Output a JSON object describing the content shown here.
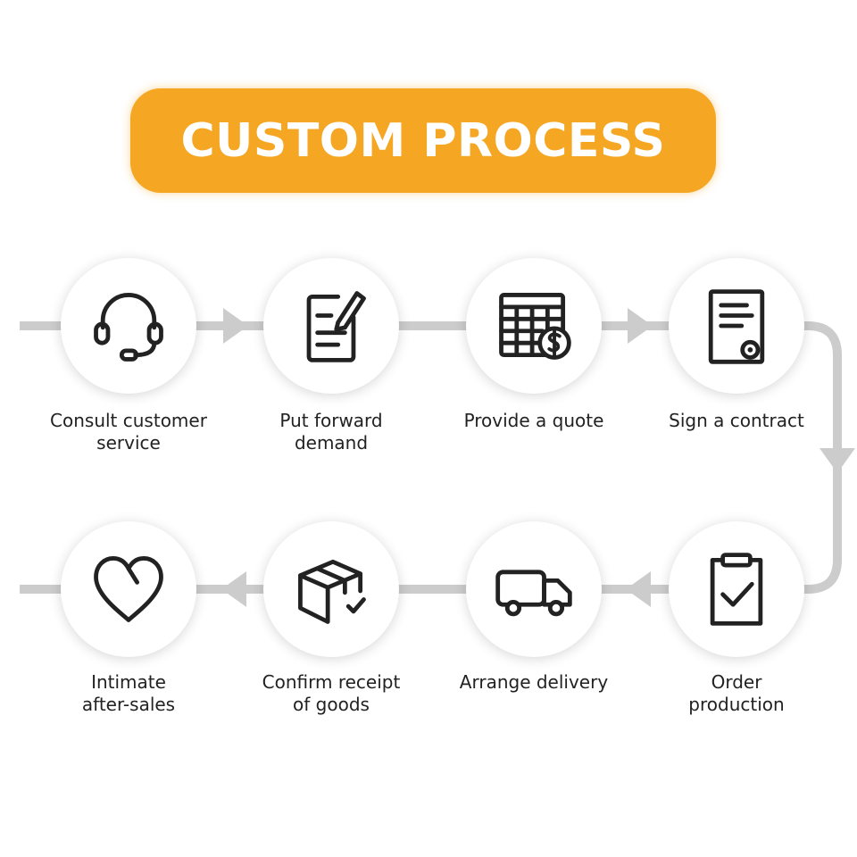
{
  "title": "CUSTOM PROCESS",
  "colors": {
    "accent": "#f5a623",
    "connector": "#cccccc",
    "icon_stroke": "#222222"
  },
  "steps": [
    {
      "label_line1": "Consult customer",
      "label_line2": "service",
      "icon": "headset-icon"
    },
    {
      "label_line1": "Put forward",
      "label_line2": "demand",
      "icon": "document-edit-icon"
    },
    {
      "label_line1": "Provide a quote",
      "label_line2": "",
      "icon": "spreadsheet-dollar-icon"
    },
    {
      "label_line1": "Sign a contract",
      "label_line2": "",
      "icon": "contract-seal-icon"
    },
    {
      "label_line1": "Order",
      "label_line2": "production",
      "icon": "clipboard-check-icon"
    },
    {
      "label_line1": "Arrange delivery",
      "label_line2": "",
      "icon": "truck-icon"
    },
    {
      "label_line1": "Confirm receipt",
      "label_line2": "of goods",
      "icon": "box-check-icon"
    },
    {
      "label_line1": "Intimate",
      "label_line2": "after-sales",
      "icon": "heart-icon"
    }
  ]
}
